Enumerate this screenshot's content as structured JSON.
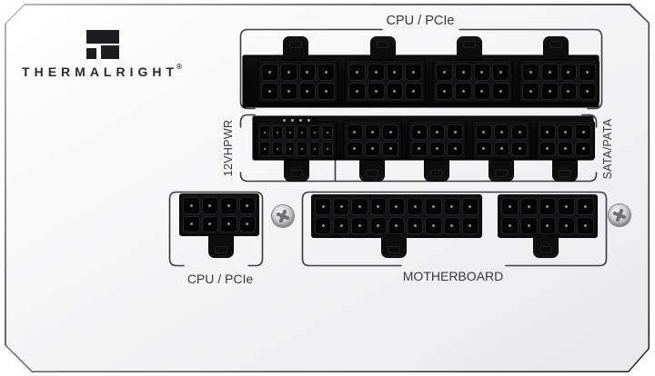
{
  "brand": {
    "name": "THERMALRIGHT",
    "registered_mark": "®"
  },
  "panel": {
    "description": "white modular PSU connector panel",
    "body_color": "#f2f2f4",
    "outline_color": "#3c3c3e",
    "connector_color": "#0b0b0c",
    "label_color": "#39393b"
  },
  "icons": {
    "logo": "thermalright-block-logo",
    "screw": "phillips-screw"
  },
  "groups": {
    "cpu_pcie_top": {
      "label": "CPU / PCIe",
      "connector_count": 4,
      "connector": {
        "type": "8-pin",
        "cols": 4,
        "rows": 2,
        "pins": 8
      }
    },
    "hpwr": {
      "label": "12VHPWR",
      "connector": {
        "type": "12+4-pin 12VHPWR",
        "cols": 6,
        "rows": 2,
        "pins": 12,
        "sense_pins": 4
      }
    },
    "sata_pata": {
      "label": "SATA/PATA",
      "connector_count": 4,
      "connector": {
        "type": "6-pin",
        "cols": 3,
        "rows": 2,
        "pins": 6
      }
    },
    "cpu_pcie_bottom": {
      "label": "CPU / PCIe",
      "connector": {
        "type": "8-pin",
        "cols": 4,
        "rows": 2,
        "pins": 8
      }
    },
    "motherboard": {
      "label": "MOTHERBOARD",
      "connectors": [
        {
          "type": "18-pin",
          "cols": 9,
          "rows": 2,
          "pins": 18
        },
        {
          "type": "10-pin",
          "cols": 5,
          "rows": 2,
          "pins": 10
        }
      ]
    }
  },
  "hardware": {
    "screw_count": 2
  }
}
